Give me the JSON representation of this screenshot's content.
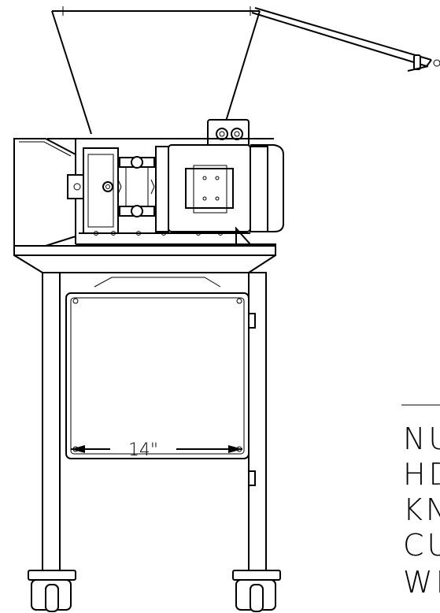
{
  "dimension": {
    "label": "14\""
  },
  "notes": [
    "NU",
    "HD",
    "KN",
    "CU",
    "WE"
  ],
  "colors": {
    "line": "#000000",
    "background": "#ffffff"
  }
}
